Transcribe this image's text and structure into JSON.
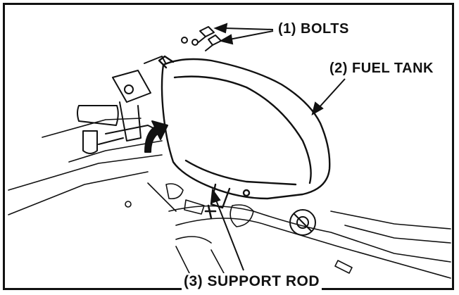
{
  "labels": {
    "bolts": "(1) BOLTS",
    "fuel_tank": "(2) FUEL TANK",
    "support_rod": "(3) SUPPORT ROD"
  },
  "colors": {
    "ink": "#111111",
    "paper": "#ffffff"
  }
}
